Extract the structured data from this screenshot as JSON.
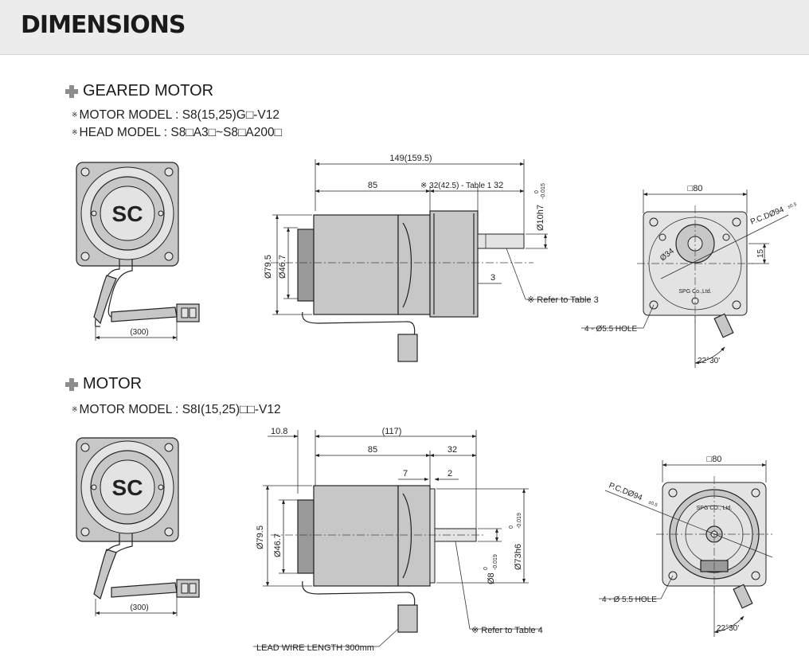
{
  "header": {
    "title": "DIMENSIONS"
  },
  "sections": {
    "geared": {
      "title": "GEARED MOTOR",
      "notes": [
        {
          "mark": "※",
          "text": "MOTOR MODEL : S8(15,25)G□-V12"
        },
        {
          "mark": "※",
          "text": "HEAD MODEL : S8□A3□~S8□A200□"
        }
      ],
      "labels": {
        "lead": "(300)",
        "overall": "149(159.5)",
        "d85": "85",
        "d32": "※ 32(42.5) - Table 1",
        "d32b": "32",
        "shaft_dia": "Ø10h7",
        "shaft_tol": "-0.015",
        "shaft_tol_up": "0",
        "dia795": "Ø79.5",
        "dia467": "Ø46.7",
        "d3": "3",
        "ref": "※ Refer to Table 3",
        "sq80": "□80",
        "pcd": "P.C.DØ94",
        "pcd_tol": "±0.5",
        "dia34": "Ø34",
        "d15": "15",
        "spg": "SPG Co.,Ltd.",
        "hole": "4 - Ø5.5 HOLE",
        "angle": "22°30'"
      }
    },
    "motor": {
      "title": "MOTOR",
      "notes": [
        {
          "mark": "※",
          "text": "MOTOR MODEL : S8I(15,25)□□-V12"
        }
      ],
      "labels": {
        "lead": "(300)",
        "d108": "10.8",
        "overall": "(117)",
        "d85": "85",
        "d32": "32",
        "d7": "7",
        "d2": "2",
        "dia795": "Ø79.5",
        "dia467": "Ø46.7",
        "shaft_dia": "Ø8",
        "shaft_tol": "-0.019",
        "shaft_tol_up": "0",
        "pilot_dia": "Ø73h6",
        "pilot_tol": "-0.019",
        "pilot_tol_up": "0",
        "ref": "※ Refer to Table 4",
        "leadwire": "LEAD WIRE LENGTH 300mm",
        "sq80": "□80",
        "pcd": "P.C.DØ94",
        "pcd_tol": "±0.5",
        "spg": "SPG CO., Ltd.",
        "hole": "4 - Ø 5.5 HOLE",
        "angle": "22°30'"
      }
    },
    "logo": {
      "text": "SC"
    }
  }
}
